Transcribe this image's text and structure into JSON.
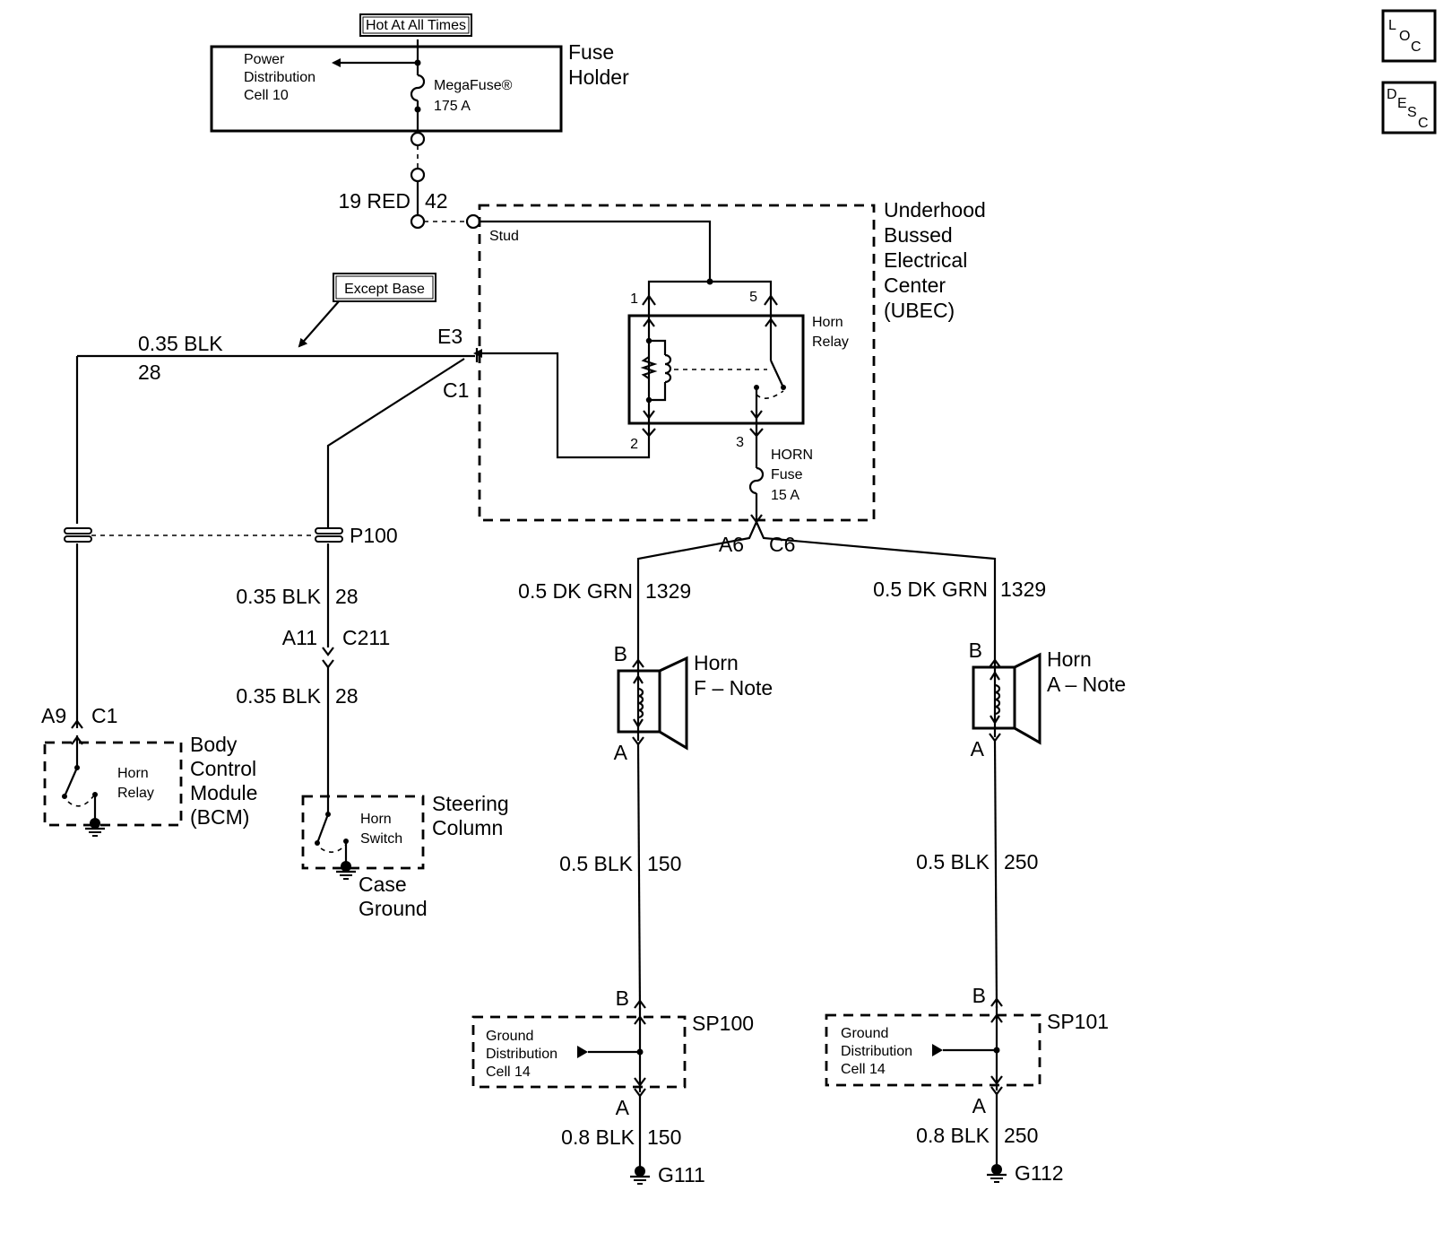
{
  "corner_icons": {
    "loc": {
      "l1": "L",
      "l2": "O",
      "l3": "C"
    },
    "desc": {
      "l1": "D",
      "l2": "E",
      "l3": "S",
      "l4": "C"
    }
  },
  "top": {
    "hot_label": "Hot At All Times",
    "power_dist_1": "Power",
    "power_dist_2": "Distribution",
    "power_dist_3": "Cell 10",
    "megafuse": "MegaFuse®",
    "megafuse_rating": "175 A",
    "fuse_holder_1": "Fuse",
    "fuse_holder_2": "Holder",
    "wire_red": "19 RED",
    "wire_red_num": "42"
  },
  "ubec": {
    "stud": "Stud",
    "title_1": "Underhood",
    "title_2": "Bussed",
    "title_3": "Electrical",
    "title_4": "Center",
    "title_5": "(UBEC)",
    "relay_1": "Horn",
    "relay_2": "Relay",
    "pin1": "1",
    "pin2": "2",
    "pin3": "3",
    "pin5": "5",
    "fuse_1": "HORN",
    "fuse_2": "Fuse",
    "fuse_3": "15 A",
    "conn_a6": "A6",
    "conn_c6": "C6"
  },
  "left": {
    "except_base": "Except Base",
    "wire_blk": "0.35 BLK",
    "wire_blk_num": "28",
    "e3": "E3",
    "c1": "C1",
    "p100": "P100",
    "wire2": "0.35 BLK",
    "wire2_num": "28",
    "a11": "A11",
    "c211": "C211",
    "wire3": "0.35 BLK",
    "wire3_num": "28",
    "a9": "A9",
    "bcm_c1": "C1",
    "bcm_relay_1": "Horn",
    "bcm_relay_2": "Relay",
    "bcm_1": "Body",
    "bcm_2": "Control",
    "bcm_3": "Module",
    "bcm_4": "(BCM)",
    "switch_1": "Horn",
    "switch_2": "Switch",
    "steering_1": "Steering",
    "steering_2": "Column",
    "case_1": "Case",
    "case_2": "Ground"
  },
  "horn_f": {
    "wire": "0.5 DK GRN",
    "wire_num": "1329",
    "pin_b": "B",
    "pin_a": "A",
    "name_1": "Horn",
    "name_2": "F – Note",
    "wire_blk": "0.5 BLK",
    "wire_blk_num": "150",
    "sp_b": "B",
    "sp": "SP100",
    "gnd_1": "Ground",
    "gnd_2": "Distribution",
    "gnd_3": "Cell 14",
    "sp_a": "A",
    "wire_gnd": "0.8 BLK",
    "wire_gnd_num": "150",
    "g": "G111"
  },
  "horn_a": {
    "wire": "0.5 DK GRN",
    "wire_num": "1329",
    "pin_b": "B",
    "pin_a": "A",
    "name_1": "Horn",
    "name_2": "A – Note",
    "wire_blk": "0.5 BLK",
    "wire_blk_num": "250",
    "sp_b": "B",
    "sp": "SP101",
    "gnd_1": "Ground",
    "gnd_2": "Distribution",
    "gnd_3": "Cell 14",
    "sp_a": "A",
    "wire_gnd": "0.8 BLK",
    "wire_gnd_num": "250",
    "g": "G112"
  }
}
